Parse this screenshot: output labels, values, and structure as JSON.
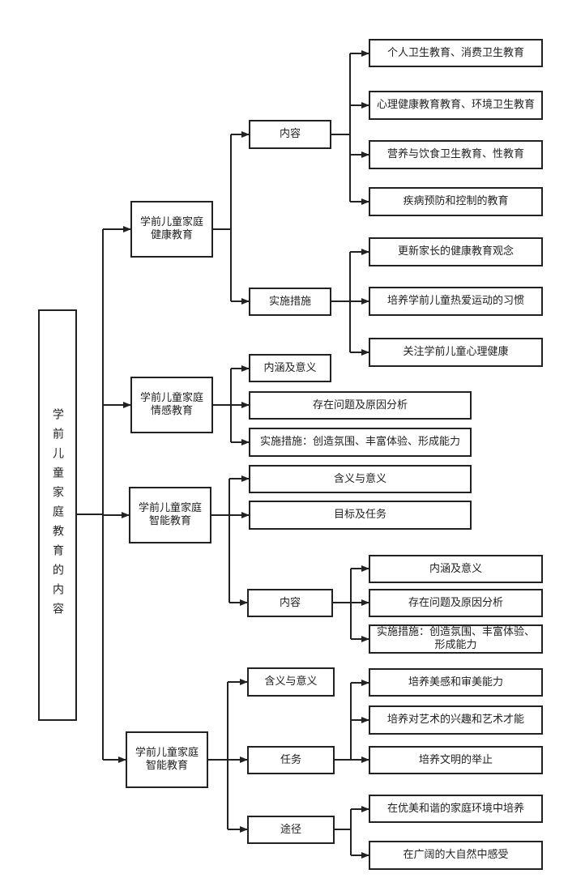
{
  "root": {
    "label": "学前儿童家庭教育的内容"
  },
  "branches": [
    {
      "label": "学前儿童家庭\n健康教育",
      "children": [
        {
          "label": "内容",
          "children": [
            "个人卫生教育、消费卫生教育",
            "心理健康教育教育、环境卫生教育",
            "营养与饮食卫生教育、性教育",
            "疾病预防和控制的教育"
          ]
        },
        {
          "label": "实施措施",
          "children": [
            "更新家长的健康教育观念",
            "培养学前儿童热爱运动的习惯",
            "关注学前儿童心理健康"
          ]
        }
      ]
    },
    {
      "label": "学前儿童家庭\n情感教育",
      "children": [
        {
          "label": "内涵及意义",
          "children": []
        },
        {
          "label": "存在问题及原因分析",
          "children": []
        },
        {
          "label": "实施措施：创造氛围、丰富体验、形成能力",
          "children": []
        }
      ]
    },
    {
      "label": "学前儿童家庭\n智能教育",
      "children": [
        {
          "label": "含义与意义",
          "children": []
        },
        {
          "label": "目标及任务",
          "children": []
        },
        {
          "label": "内容",
          "children": [
            "内涵及意义",
            "存在问题及原因分析",
            "实施措施：创造氛围、丰富体验、\n形成能力"
          ]
        }
      ]
    },
    {
      "label": "学前儿童家庭\n智能教育",
      "children": [
        {
          "label": "含义与意义",
          "children": []
        },
        {
          "label": "任务",
          "children": [
            "培养美感和审美能力",
            "培养对艺术的兴趣和艺术才能",
            "培养文明的举止"
          ]
        },
        {
          "label": "途径",
          "children": [
            "在优美和谐的家庭环境中培养",
            "在广阔的大自然中感受"
          ]
        }
      ]
    }
  ]
}
